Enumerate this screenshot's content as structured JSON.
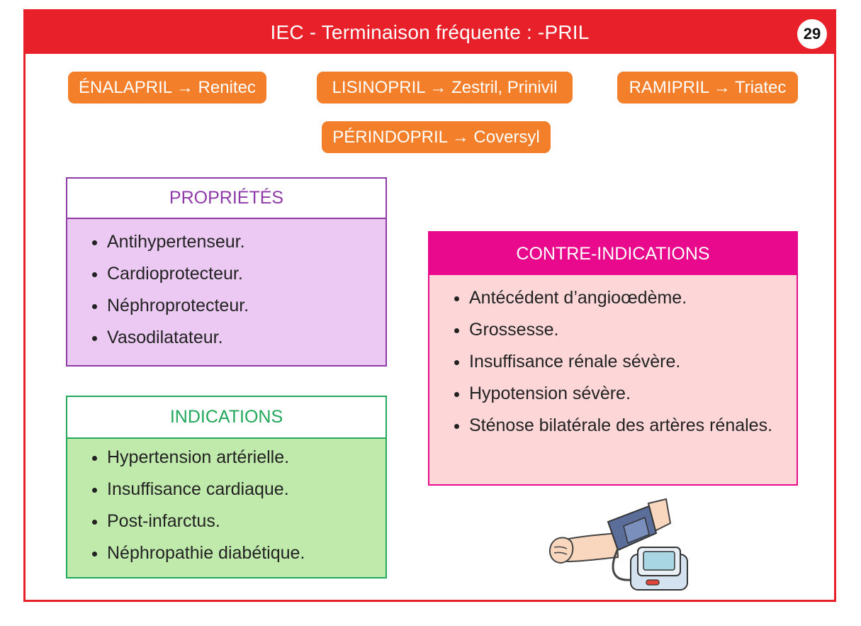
{
  "header": {
    "title": "IEC - Terminaison fréquente : -PRIL",
    "page_number": "29"
  },
  "drugs": [
    "ÉNALAPRIL → Renitec",
    "LISINOPRIL → Zestril, Prinivil",
    "RAMIPRIL → Triatec",
    "PÉRINDOPRIL → Coversyl"
  ],
  "proprietes": {
    "title": "PROPRIÉTÉS",
    "items": [
      "Antihypertenseur.",
      "Cardioprotecteur.",
      "Néphroprotecteur.",
      "Vasodilatateur."
    ]
  },
  "indications": {
    "title": "INDICATIONS",
    "items": [
      "Hypertension artérielle.",
      "Insuffisance cardiaque.",
      "Post-infarctus.",
      "Néphropathie diabétique."
    ]
  },
  "contre_indications": {
    "title": "CONTRE-INDICATIONS",
    "items": [
      "Antécédent d’angioœdème.",
      "Grossesse.",
      "Insuffisance rénale sévère.",
      "Hypotension sévère.",
      "Sténose bilatérale des artères rénales."
    ]
  },
  "colors": {
    "header_red": "#e8202a",
    "pill_orange": "#f37f2b",
    "proprietes_purple": "#8e3aa8",
    "indications_green": "#22a85a",
    "contre_indications_magenta": "#e8098c"
  },
  "illustration": {
    "icon": "blood-pressure-monitor-icon"
  }
}
